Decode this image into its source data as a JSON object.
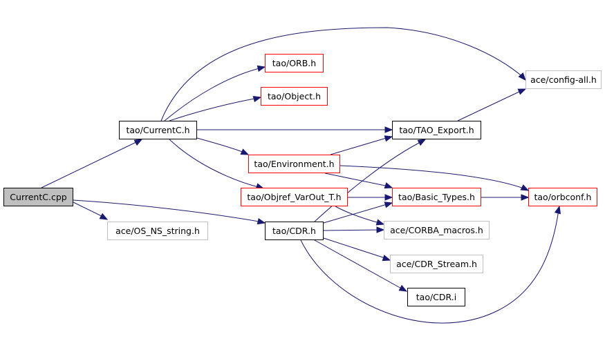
{
  "graph": {
    "nodes": {
      "currentc_cpp": {
        "label": "CurrentC.cpp",
        "style": "root"
      },
      "currentc_h": {
        "label": "tao/CurrentC.h",
        "style": "black"
      },
      "os_ns_string": {
        "label": "ace/OS_NS_string.h",
        "style": "gray"
      },
      "cdr_h": {
        "label": "tao/CDR.h",
        "style": "black"
      },
      "orb_h": {
        "label": "tao/ORB.h",
        "style": "red"
      },
      "object_h": {
        "label": "tao/Object.h",
        "style": "red"
      },
      "environment_h": {
        "label": "tao/Environment.h",
        "style": "red"
      },
      "objref_varout": {
        "label": "tao/Objref_VarOut_T.h",
        "style": "red"
      },
      "tao_export": {
        "label": "tao/TAO_Export.h",
        "style": "black"
      },
      "basic_types": {
        "label": "tao/Basic_Types.h",
        "style": "red"
      },
      "corba_macros": {
        "label": "ace/CORBA_macros.h",
        "style": "gray"
      },
      "cdr_stream": {
        "label": "ace/CDR_Stream.h",
        "style": "gray"
      },
      "cdr_i": {
        "label": "tao/CDR.i",
        "style": "black"
      },
      "config_all": {
        "label": "ace/config-all.h",
        "style": "gray"
      },
      "orbconf": {
        "label": "tao/orbconf.h",
        "style": "red"
      }
    },
    "colors": {
      "edge": "#191970",
      "red_border": "#ff0000",
      "gray_border": "#bfbfbf",
      "root_fill": "#bfbfbf"
    }
  }
}
